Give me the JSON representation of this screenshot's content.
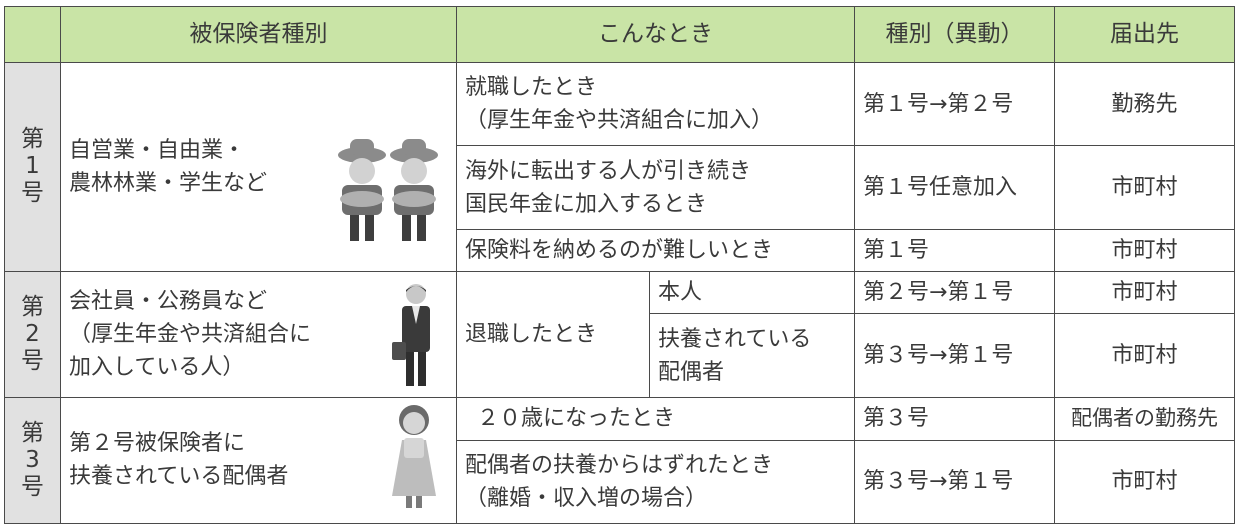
{
  "header": {
    "insured_type": "被保険者種別",
    "when": "こんなとき",
    "category_change": "種別（異動）",
    "file_with": "届出先"
  },
  "groups": [
    {
      "label": [
        "第",
        "1",
        "号"
      ],
      "description": "自営業・自由業・\n農林林業・学生など",
      "illustration": "farmers-icon",
      "rows": [
        {
          "when": "就職したとき\n（厚生年金や共済組合に加入）",
          "change": "第１号→第２号",
          "file_with": "勤務先"
        },
        {
          "when": "海外に転出する人が引き続き\n国民年金に加入するとき",
          "change": "第１号任意加入",
          "file_with": "市町村"
        },
        {
          "when": "保険料を納めるのが難しいとき",
          "change": "第１号",
          "file_with": "市町村"
        }
      ]
    },
    {
      "label": [
        "第",
        "2",
        "号"
      ],
      "description": "会社員・公務員など\n（厚生年金や共済組合に\n加入している人）",
      "illustration": "office-worker-icon",
      "rows": [
        {
          "when": "退職したとき",
          "sub": "本人",
          "change": "第２号→第１号",
          "file_with": "市町村"
        },
        {
          "sub": "扶養されている\n配偶者",
          "change": "第３号→第１号",
          "file_with": "市町村"
        }
      ]
    },
    {
      "label": [
        "第",
        "3",
        "号"
      ],
      "description": "第２号被保険者に\n扶養されている配偶者",
      "illustration": "woman-icon",
      "rows": [
        {
          "when": "２０歳になったとき",
          "change": "第３号",
          "file_with": "配偶者の勤務先"
        },
        {
          "when": "配偶者の扶養からはずれたとき\n（離婚・収入増の場合）",
          "change": "第３号→第１号",
          "file_with": "市町村"
        }
      ]
    }
  ],
  "colors": {
    "header_bg": "#c9e4a6",
    "group_label_bg": "#e1e1e1",
    "border": "#4a4a4a",
    "text": "#3a3a3a"
  }
}
